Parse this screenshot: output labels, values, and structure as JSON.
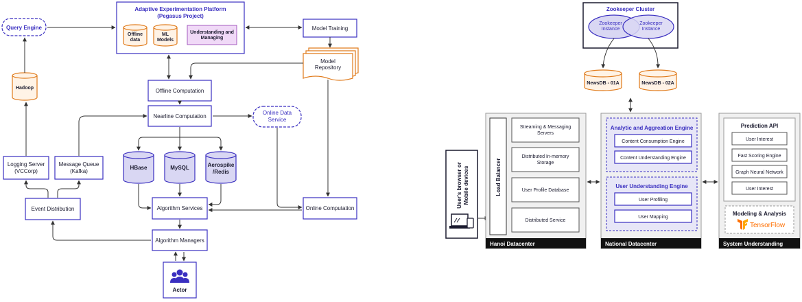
{
  "left": {
    "platform_title_1": "Adaptive Experimentation Platform",
    "platform_title_2": "(Pegasus Project)",
    "offline_data_1": "Offline",
    "offline_data_2": "data",
    "ml_models_1": "ML",
    "ml_models_2": "Models",
    "understanding_1": "Understanding and",
    "understanding_2": "Managing",
    "query_engine": "Query Engine",
    "model_training": "Model Training",
    "model_repository_1": "Model",
    "model_repository_2": "Repository",
    "hadoop": "Hadoop",
    "offline_computation": "Offline Computation",
    "nearline_computation": "Nearline Computation",
    "online_data_service_1": "Online Data",
    "online_data_service_2": "Service",
    "logging_server_1": "Logging Server",
    "logging_server_2": "(VCCorp)",
    "message_queue_1": "Message Queue",
    "message_queue_2": "(Kafka)",
    "hbase": "HBase",
    "mysql": "MySQL",
    "aerospike_1": "Aerospike",
    "aerospike_2": "/Redis",
    "event_distribution": "Event Distribution",
    "algorithm_services": "Algorithm Services",
    "online_computation": "Online Computation",
    "algorithm_managers": "Algorithm Managers",
    "actor": "Actor"
  },
  "right": {
    "zookeeper_cluster": "Zookeeper Cluster",
    "zk_instance_1": "Zookeeper",
    "zk_instance_2": "Instance",
    "newsdb_a": "NewsDB - 01A",
    "newsdb_b": "NewsDB - 02A",
    "users_1": "User's browser or",
    "users_2": "Mobile devices",
    "load_balancer": "Load Balancer",
    "hanoi_items": [
      [
        "Streaming & Messaging",
        "Servers"
      ],
      [
        "Distributed In-memory",
        "Storage"
      ],
      [
        "User Profile Database",
        ""
      ],
      [
        "Distributed Service",
        ""
      ]
    ],
    "hanoi_datacenter": "Hanoi Datacenter",
    "analytic_engine": "Analytic and Aggreation Engine",
    "content_consumption": "Content Consumption Engine",
    "content_understanding": "Content Understanding Engine",
    "user_understanding_engine": "User Understanding Engine",
    "user_profiling": "User Profiling",
    "user_mapping": "User Mapping",
    "national_datacenter": "National Datacenter",
    "prediction_api": "Prediction API",
    "prediction_items": [
      "User Interest",
      "Fast Scoring Engine",
      "Graph Neural Network",
      "User Interest"
    ],
    "modeling_analysis": "Modeling & Analysis",
    "tensorflow": "TensorFlow",
    "system_understanding": "System Understanding"
  }
}
